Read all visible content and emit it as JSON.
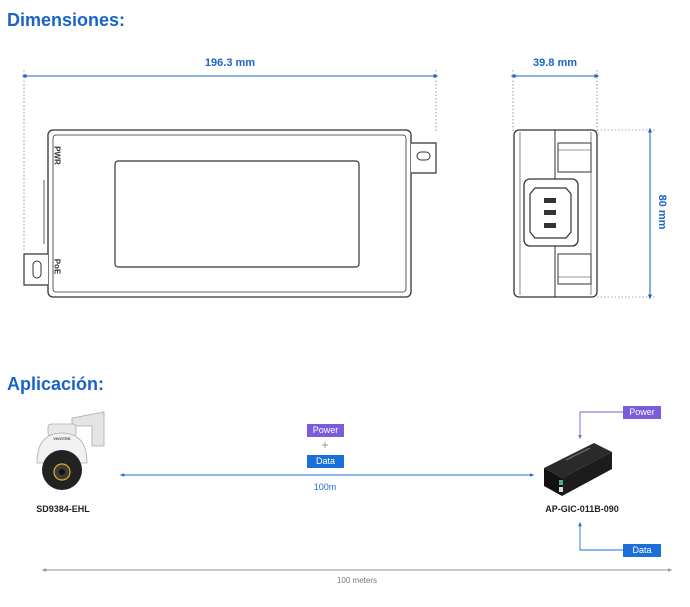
{
  "sections": {
    "dimensions_title": "Dimensiones:",
    "application_title": "Aplicación:"
  },
  "dimensions": {
    "length": "196.3 mm",
    "depth": "39.8 mm",
    "height": "80 mm",
    "pwr_label": "PWR",
    "poe_label": "PoE"
  },
  "application": {
    "camera_model": "SD9384-EHL",
    "injector_model": "AP-GIC-011B-090",
    "power_label": "Power",
    "data_label": "Data",
    "plus": "+",
    "link_distance": "100m",
    "total_distance": "100 meters",
    "camera_brand": "VIVOTEK",
    "colors": {
      "accent": "#1a64c8",
      "power": "#7b5cdb",
      "data": "#1a6fd8"
    }
  }
}
